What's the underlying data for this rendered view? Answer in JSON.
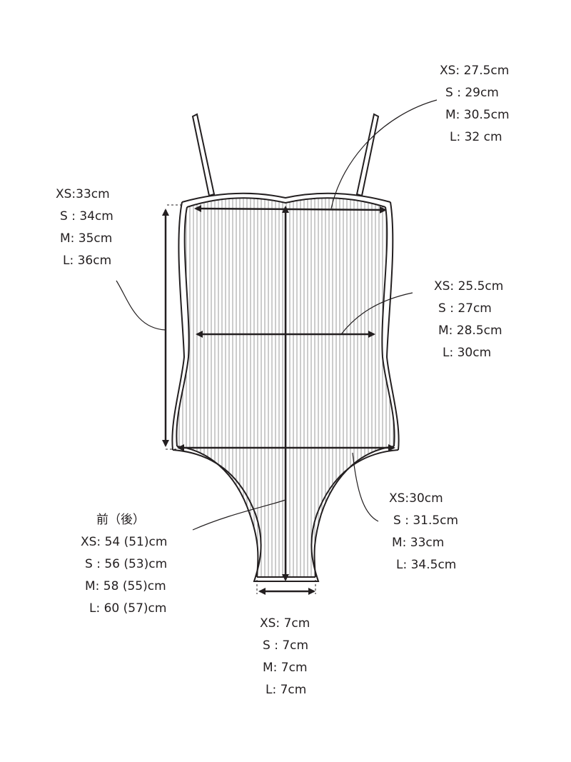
{
  "measurements": {
    "bust_width": {
      "xs": "XS: 27.5cm",
      "s": "S : 29cm",
      "m": "M: 30.5cm",
      "l": "L: 32 cm"
    },
    "body_length": {
      "xs": "XS:33cm",
      "s": "S : 34cm",
      "m": "M: 35cm",
      "l": "L: 36cm"
    },
    "waist_width": {
      "xs": "XS: 25.5cm",
      "s": "S : 27cm",
      "m": "M: 28.5cm",
      "l": "L: 30cm"
    },
    "hip_width": {
      "xs": "XS:30cm",
      "s": "S : 31.5cm",
      "m": "M: 33cm",
      "l": "L: 34.5cm"
    },
    "total_length": {
      "heading": "前（後）",
      "xs": "XS: 54 (51)cm",
      "s": "S : 56 (53)cm",
      "m": "M: 58 (55)cm",
      "l": "L: 60 (57)cm"
    },
    "crotch_width": {
      "xs": "XS: 7cm",
      "s": "S : 7cm",
      "m": "M: 7cm",
      "l": "L: 7cm"
    }
  },
  "colors": {
    "ink": "#231f20",
    "rib": "#9a9a9a",
    "background": "#ffffff"
  }
}
